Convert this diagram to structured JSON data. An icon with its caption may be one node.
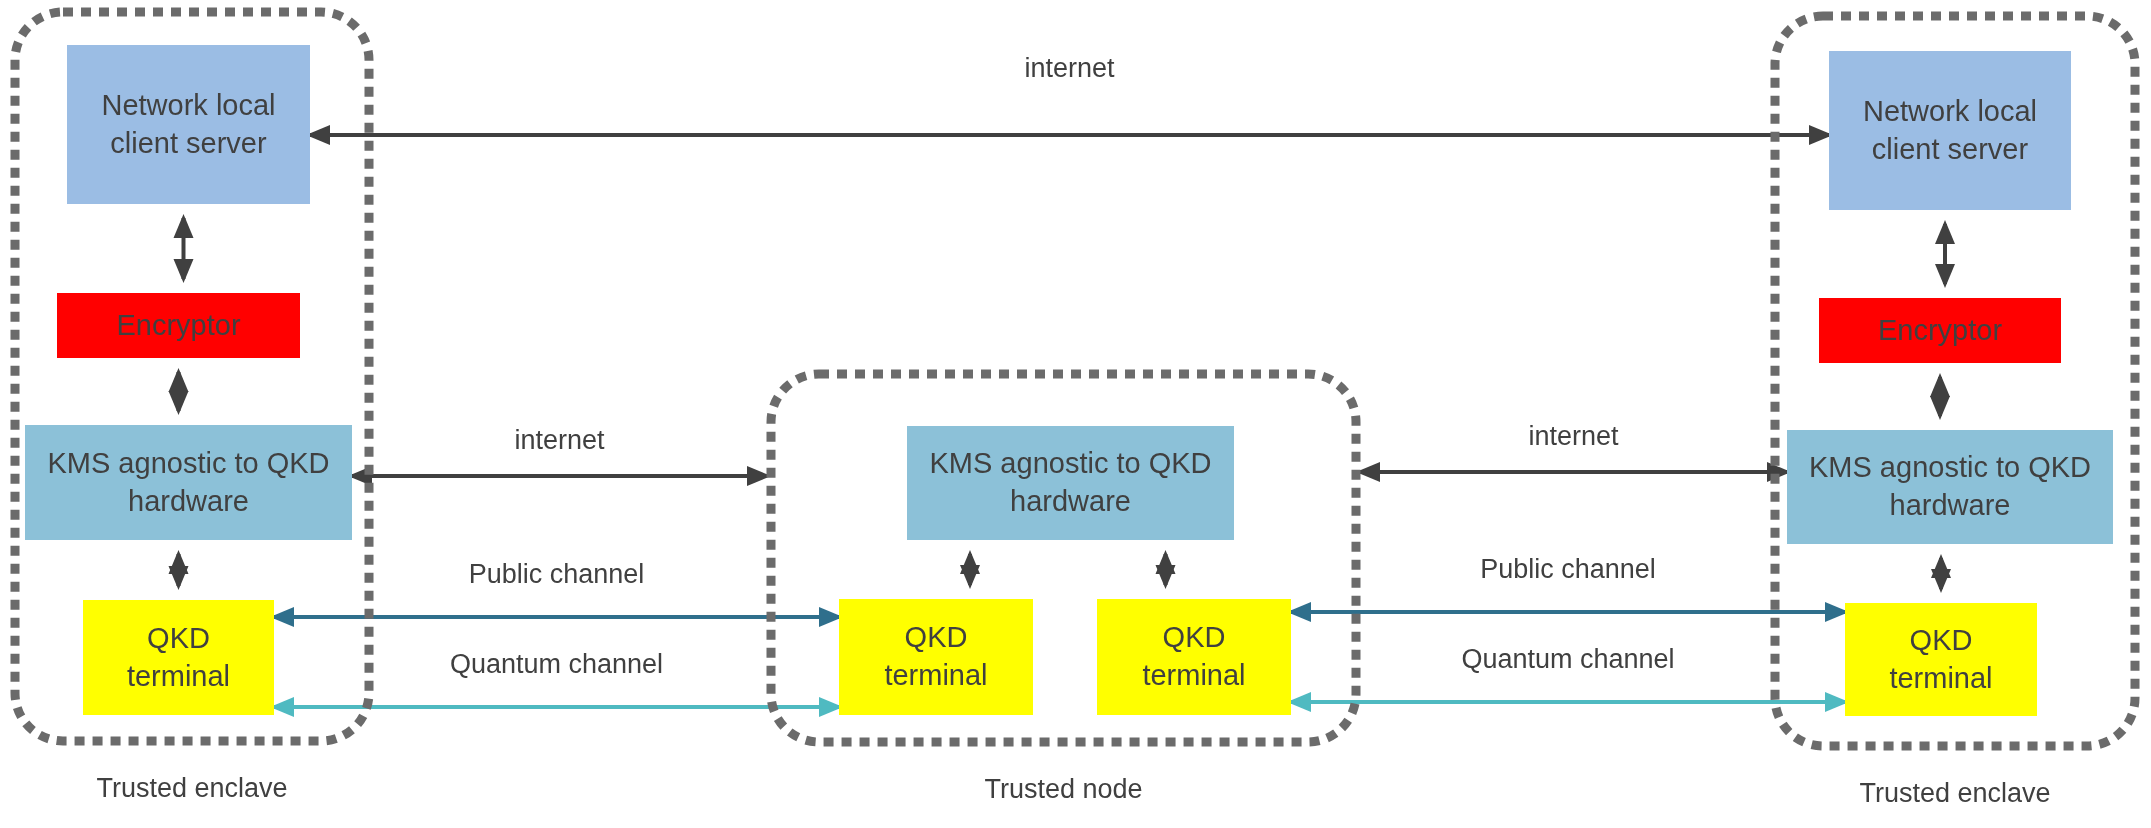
{
  "diagram": {
    "nodes": [
      {
        "text": [
          "Trusted enclave"
        ]
      },
      {
        "text": [
          "Network local client server"
        ],
        "in": 0
      },
      {
        "text": [
          "Encryptor"
        ],
        "in": 0
      },
      {
        "text": [
          "KMS agnostic to QKD hardware"
        ],
        "in": 0
      },
      {
        "text": [
          "QKD terminal"
        ],
        "in": 0
      },
      {
        "text": [
          "Trusted node"
        ]
      },
      {
        "text": [
          "KMS agnostic to QKD hardware"
        ],
        "in": 5
      },
      {
        "text": [
          "QKD terminal"
        ],
        "in": 5
      },
      {
        "text": [
          "QKD terminal"
        ],
        "in": 5
      },
      {
        "text": [
          "Trusted enclave"
        ]
      },
      {
        "text": [
          "Network local client server"
        ],
        "in": 9
      },
      {
        "text": [
          "Encryptor"
        ],
        "in": 9
      },
      {
        "text": [
          "KMS agnostic to QKD hardware"
        ],
        "in": 9
      },
      {
        "text": [
          "QKD terminal"
        ],
        "in": 9
      }
    ],
    "edges": [
      {
        "from": 1,
        "to": 10,
        "arrow": "both",
        "label": "internet"
      },
      {
        "from": 3,
        "to": 5,
        "arrow": "both",
        "label": "internet"
      },
      {
        "from": 5,
        "to": 12,
        "arrow": "both",
        "label": "internet"
      },
      {
        "from": 4,
        "to": 7,
        "arrow": "both",
        "label": "Public channel",
        "color": "#2f6f8c"
      },
      {
        "from": 4,
        "to": 7,
        "arrow": "both",
        "label": "Quantum channel",
        "color": "#4fbac1"
      },
      {
        "from": 8,
        "to": 13,
        "arrow": "both",
        "label": "Public channel",
        "color": "#2f6f8c"
      },
      {
        "from": 8,
        "to": 13,
        "arrow": "both",
        "label": "Quantum channel",
        "color": "#4fbac1"
      },
      {
        "from": 1,
        "to": 2,
        "arrow": "both"
      },
      {
        "from": 2,
        "to": 3,
        "arrow": "both"
      },
      {
        "from": 3,
        "to": 4,
        "arrow": "both"
      },
      {
        "from": 6,
        "to": 7,
        "arrow": "both"
      },
      {
        "from": 6,
        "to": 8,
        "arrow": "both"
      },
      {
        "from": 10,
        "to": 11,
        "arrow": "both"
      },
      {
        "from": 11,
        "to": 12,
        "arrow": "both"
      },
      {
        "from": 12,
        "to": 13,
        "arrow": "both"
      }
    ]
  }
}
